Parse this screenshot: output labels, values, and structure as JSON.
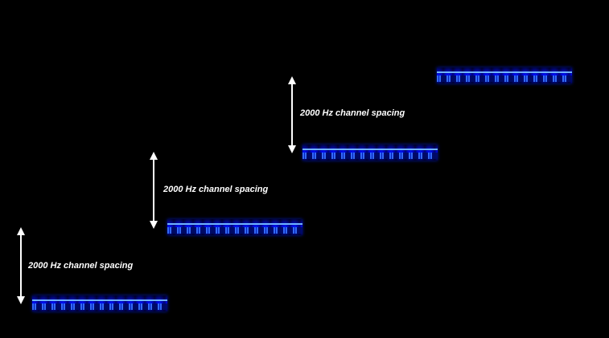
{
  "labels": [
    "2000 Hz channel spacing",
    "2000 Hz channel spacing",
    "2000 Hz channel spacing"
  ],
  "channels": 4,
  "colors": {
    "background": "#000000",
    "signal": "#0a2cff",
    "annotation": "#ffffff"
  }
}
